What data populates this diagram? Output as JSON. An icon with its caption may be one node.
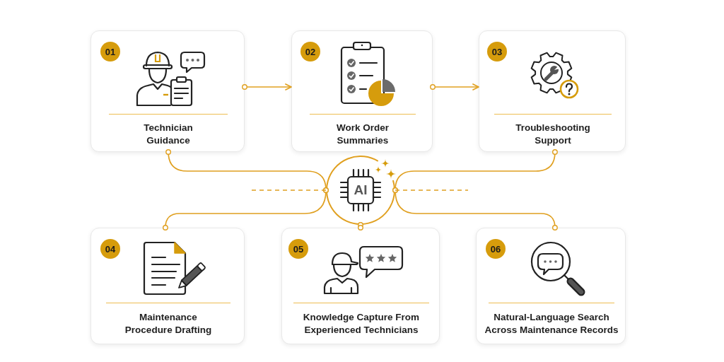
{
  "diagram": {
    "nodes": [
      {
        "text": [
          "Technician Guidance"
        ]
      },
      {
        "text": [
          "01"
        ],
        "in": 0
      },
      {
        "text": [
          "Work Order Summaries"
        ]
      },
      {
        "text": [
          "02"
        ],
        "in": 2
      },
      {
        "text": [
          "Troubleshooting Support"
        ]
      },
      {
        "text": [
          "03"
        ],
        "in": 4
      },
      {
        "text": [
          "AI"
        ]
      },
      {
        "text": [
          "Maintenance Procedure Drafting"
        ]
      },
      {
        "text": [
          "04"
        ],
        "in": 7
      },
      {
        "text": [
          "Knowledge Capture From Experienced Technicians"
        ]
      },
      {
        "text": [
          "05"
        ],
        "in": 9
      },
      {
        "text": [
          "Natural-Language Search Across Maintenance Records"
        ]
      },
      {
        "text": [
          "06"
        ],
        "in": 11
      }
    ],
    "edges": [
      {
        "from": 0,
        "to": 2,
        "arrow": "to"
      },
      {
        "from": 2,
        "to": 4,
        "arrow": "to"
      },
      {
        "from": 0,
        "to": 6,
        "arrow": "other"
      },
      {
        "from": 4,
        "to": 6,
        "arrow": "other"
      },
      {
        "from": 6,
        "to": 7,
        "arrow": "other"
      },
      {
        "from": 6,
        "to": 11,
        "arrow": "other"
      },
      {
        "from": 6,
        "to": 9,
        "arrow": "other"
      },
      {
        "from": 6,
        "to": null,
        "arrow": "none",
        "style": "dashed"
      },
      {
        "from": 6,
        "to": null,
        "arrow": "none",
        "style": "dashed"
      }
    ]
  }
}
